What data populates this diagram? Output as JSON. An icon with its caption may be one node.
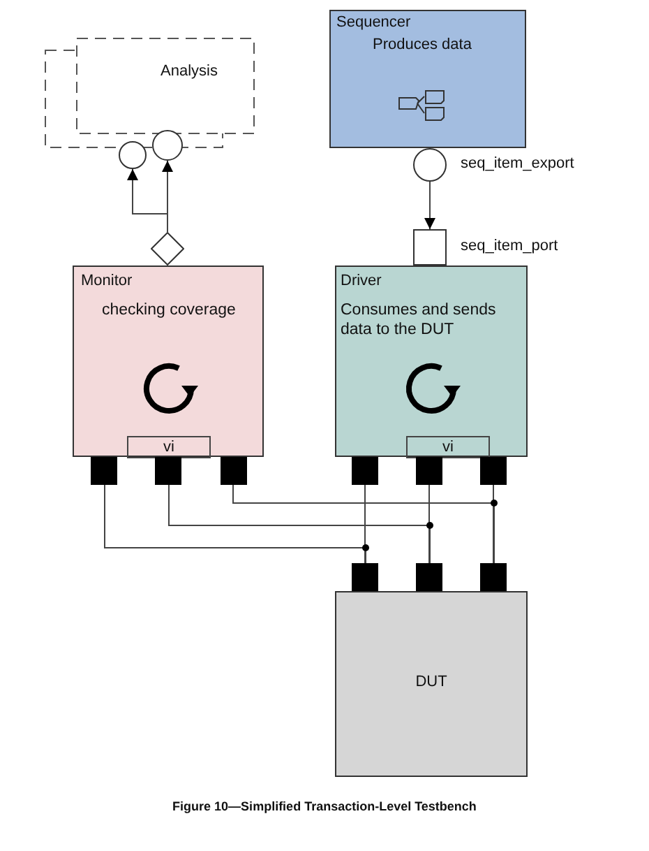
{
  "diagram": {
    "caption": "Figure 10—Simplified Transaction-Level Testbench",
    "nodes": [
      {
        "text": [
          "Analysis"
        ]
      },
      {
        "text": [],
        "shape": "circle"
      },
      {
        "text": [],
        "shape": "circle"
      },
      {
        "text": [
          "Sequencer",
          "Produces data"
        ]
      },
      {
        "text": [],
        "shape": "circle",
        "beside": [
          "seq_item_export"
        ]
      },
      {
        "text": [],
        "shape": "box",
        "beside": [
          "seq_item_port"
        ]
      },
      {
        "text": [
          "Monitor",
          "checking coverage"
        ]
      },
      {
        "text": [
          "vi"
        ],
        "in": 6
      },
      {
        "text": [
          "Driver",
          "Consumes and sends data to the DUT"
        ]
      },
      {
        "text": [
          "vi"
        ],
        "in": 8
      },
      {
        "text": [],
        "shape": "diamond"
      },
      {
        "text": [],
        "shape": "box"
      },
      {
        "text": [],
        "shape": "box"
      },
      {
        "text": [],
        "shape": "box"
      },
      {
        "text": [],
        "shape": "box"
      },
      {
        "text": [],
        "shape": "box"
      },
      {
        "text": [],
        "shape": "box"
      },
      {
        "text": [
          "DUT"
        ]
      },
      {
        "text": [],
        "shape": "box"
      },
      {
        "text": [],
        "shape": "box"
      },
      {
        "text": [],
        "shape": "box"
      }
    ],
    "edges": [
      {
        "from": 10,
        "to": 1,
        "arrow": "to"
      },
      {
        "from": 10,
        "to": 2,
        "arrow": "to"
      },
      {
        "from": 4,
        "to": 5,
        "arrow": "to"
      },
      {
        "from": 11,
        "to": 18,
        "arrow": "none"
      },
      {
        "from": 12,
        "to": 19,
        "arrow": "none"
      },
      {
        "from": 13,
        "to": 20,
        "arrow": "none"
      },
      {
        "from": 14,
        "to": 18,
        "arrow": "none"
      },
      {
        "from": 15,
        "to": 19,
        "arrow": "none"
      },
      {
        "from": 16,
        "to": 20,
        "arrow": "none"
      }
    ]
  }
}
